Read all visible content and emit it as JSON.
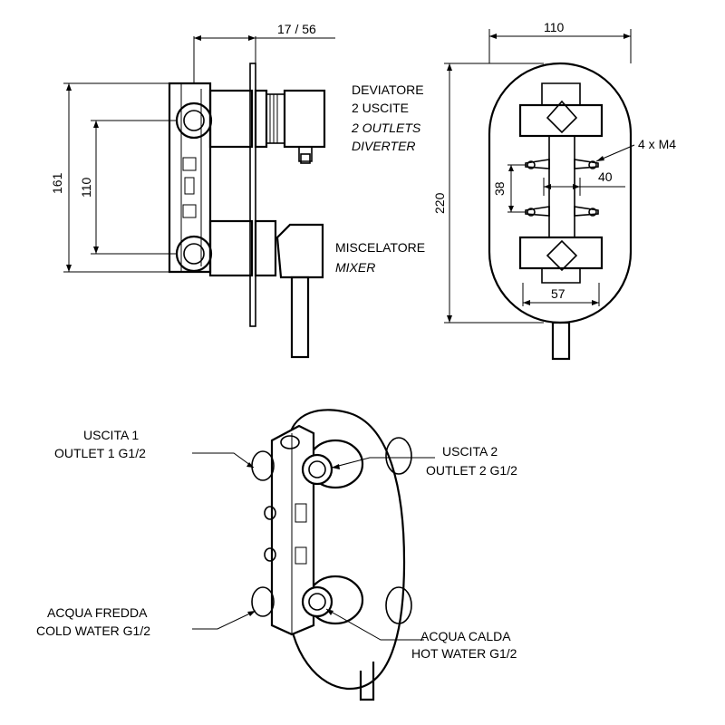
{
  "dimensions": {
    "side_depth": "17 / 56",
    "side_height": "161",
    "side_spacing": "110",
    "front_width": "110",
    "front_height": "220",
    "hole_vertical": "38",
    "hole_horizontal": "40",
    "body_width": "57",
    "screws": "4 x M4"
  },
  "labels": {
    "diverter_it_1": "DEVIATORE",
    "diverter_it_2": "2 USCITE",
    "diverter_en_1": "2 OUTLETS",
    "diverter_en_2": "DIVERTER",
    "mixer_it": "MISCELATORE",
    "mixer_en": "MIXER",
    "outlet1_it": "USCITA 1",
    "outlet1_en": "OUTLET 1   G1/2",
    "outlet2_it": "USCITA 2",
    "outlet2_en": "OUTLET 2  G1/2",
    "cold_it": "ACQUA FREDDA",
    "cold_en": "COLD WATER  G1/2",
    "hot_it": "ACQUA CALDA",
    "hot_en": "HOT WATER G1/2"
  }
}
